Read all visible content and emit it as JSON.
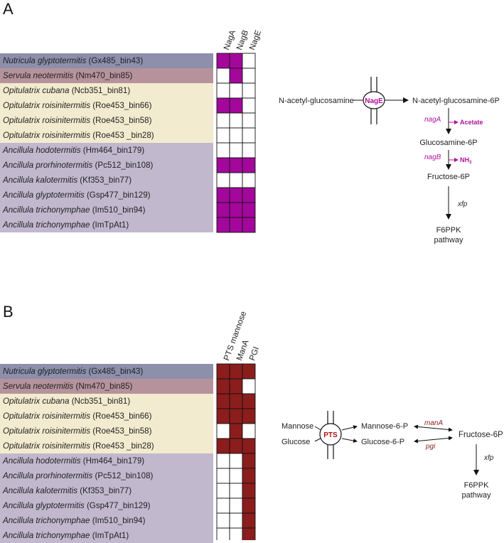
{
  "panels": [
    {
      "letter": "A",
      "columns": [
        "NagA",
        "NagB",
        "NagE"
      ],
      "presence_color": "#a3079b",
      "taxa": [
        {
          "name": "Nutricula glyptotermitis",
          "strain": "(Gx485_bin43)",
          "group_color": "#8d8fab",
          "presence": [
            1,
            1,
            0
          ]
        },
        {
          "name": "Servula neotermitis",
          "strain": "(Nm470_bin85)",
          "group_color": "#b6939c",
          "presence": [
            0,
            1,
            0
          ]
        },
        {
          "name": "Opitulatrix cubana",
          "strain": "(Ncb351_bin81)",
          "group_color": "#f3ebcf",
          "presence": [
            0,
            0,
            0
          ]
        },
        {
          "name": "Opitulatrix roisinitermitis",
          "strain": "(Roe453_bin66)",
          "group_color": "#f3ebcf",
          "presence": [
            1,
            1,
            0
          ]
        },
        {
          "name": "Opitulatrix roisinitermitis",
          "strain": "(Roe453_bin58)",
          "group_color": "#f3ebcf",
          "presence": [
            0,
            0,
            0
          ]
        },
        {
          "name": "Opitulatrix roisinitermitis",
          "strain": "(Roe453 _bin28)",
          "group_color": "#f3ebcf",
          "presence": [
            0,
            0,
            0
          ]
        },
        {
          "name": "Ancillula hodotermitis",
          "strain": "(Hm464_bin179)",
          "group_color": "#c1b8ce",
          "presence": [
            0,
            0,
            0
          ]
        },
        {
          "name": "Ancillula prorhinotermitis",
          "strain": "(Pc512_bin108)",
          "group_color": "#c1b8ce",
          "presence": [
            1,
            1,
            1
          ]
        },
        {
          "name": "Ancillula kalotermitis",
          "strain": "(Kf353_bin77)",
          "group_color": "#c1b8ce",
          "presence": [
            0,
            0,
            0
          ]
        },
        {
          "name": "Ancillula glyptotermitis",
          "strain": "(Gsp477_bin129)",
          "group_color": "#c1b8ce",
          "presence": [
            1,
            1,
            1
          ]
        },
        {
          "name": "Ancillula trichonymphae",
          "strain": "(Im510_bin94)",
          "group_color": "#c1b8ce",
          "presence": [
            1,
            1,
            1
          ]
        },
        {
          "name": "Ancillula trichonymphae",
          "strain": "(ImTpAt1)",
          "group_color": "#c1b8ce",
          "presence": [
            1,
            1,
            1
          ]
        }
      ],
      "pathway": {
        "substrate": "N-acetyl-glucosamine",
        "transporter": "NagE",
        "product": "N-acetyl-glucosamine-6P",
        "steps": [
          {
            "enzyme": "nagA",
            "byproduct": "Acetate",
            "to": "Glucosamine-6P"
          },
          {
            "enzyme": "nagB",
            "byproduct": "NH",
            "byproduct_sub": "3",
            "to": "Fructose-6P"
          },
          {
            "enzyme": "xfp",
            "to_line1": "F6PPK",
            "to_line2": "pathway"
          }
        ]
      }
    },
    {
      "letter": "B",
      "columns": [
        "PTS mannose",
        "ManA",
        "PGI"
      ],
      "presence_color": "#8b1d1d",
      "taxa": [
        {
          "name": "Nutricula glyptotermitis",
          "strain": "(Gx485_bin43)",
          "group_color": "#8d8fab",
          "presence": [
            1,
            1,
            1
          ]
        },
        {
          "name": "Servula neotermitis",
          "strain": "(Nm470_bin85)",
          "group_color": "#b6939c",
          "presence": [
            1,
            1,
            0
          ]
        },
        {
          "name": "Opitulatrix cubana",
          "strain": "(Ncb351_bin81)",
          "group_color": "#f3ebcf",
          "presence": [
            1,
            1,
            1
          ]
        },
        {
          "name": "Opitulatrix roisinitermitis",
          "strain": "(Roe453_bin66)",
          "group_color": "#f3ebcf",
          "presence": [
            1,
            1,
            1
          ]
        },
        {
          "name": "Opitulatrix roisinitermitis",
          "strain": "(Roe453_bin58)",
          "group_color": "#f3ebcf",
          "presence": [
            0,
            1,
            0
          ]
        },
        {
          "name": "Opitulatrix roisinitermitis",
          "strain": "(Roe453 _bin28)",
          "group_color": "#f3ebcf",
          "presence": [
            1,
            1,
            1
          ]
        },
        {
          "name": "Ancillula hodotermitis",
          "strain": "(Hm464_bin179)",
          "group_color": "#c1b8ce",
          "presence": [
            0,
            0,
            1
          ]
        },
        {
          "name": "Ancillula prorhinotermitis",
          "strain": "(Pc512_bin108)",
          "group_color": "#c1b8ce",
          "presence": [
            0,
            0,
            1
          ]
        },
        {
          "name": "Ancillula kalotermitis",
          "strain": "(Kf353_bin77)",
          "group_color": "#c1b8ce",
          "presence": [
            0,
            0,
            1
          ]
        },
        {
          "name": "Ancillula glyptotermitis",
          "strain": "(Gsp477_bin129)",
          "group_color": "#c1b8ce",
          "presence": [
            0,
            0,
            1
          ]
        },
        {
          "name": "Ancillula trichonymphae",
          "strain": "(Im510_bin94)",
          "group_color": "#c1b8ce",
          "presence": [
            0,
            0,
            1
          ]
        },
        {
          "name": "Ancillula trichonymphae",
          "strain": "(ImTpAt1)",
          "group_color": "#c1b8ce",
          "presence": [
            0,
            0,
            1
          ]
        }
      ],
      "pathway": {
        "substrate1": "Mannose",
        "substrate2": "Glucose",
        "transporter": "PTS",
        "product1": "Mannose-6-P",
        "product2": "Glucose-6-P",
        "enzyme1": "manA",
        "enzyme2": "pgi",
        "hub": "Fructose-6P",
        "enzyme3": "xfp",
        "end_line1": "F6PPK",
        "end_line2": "pathway"
      }
    }
  ]
}
